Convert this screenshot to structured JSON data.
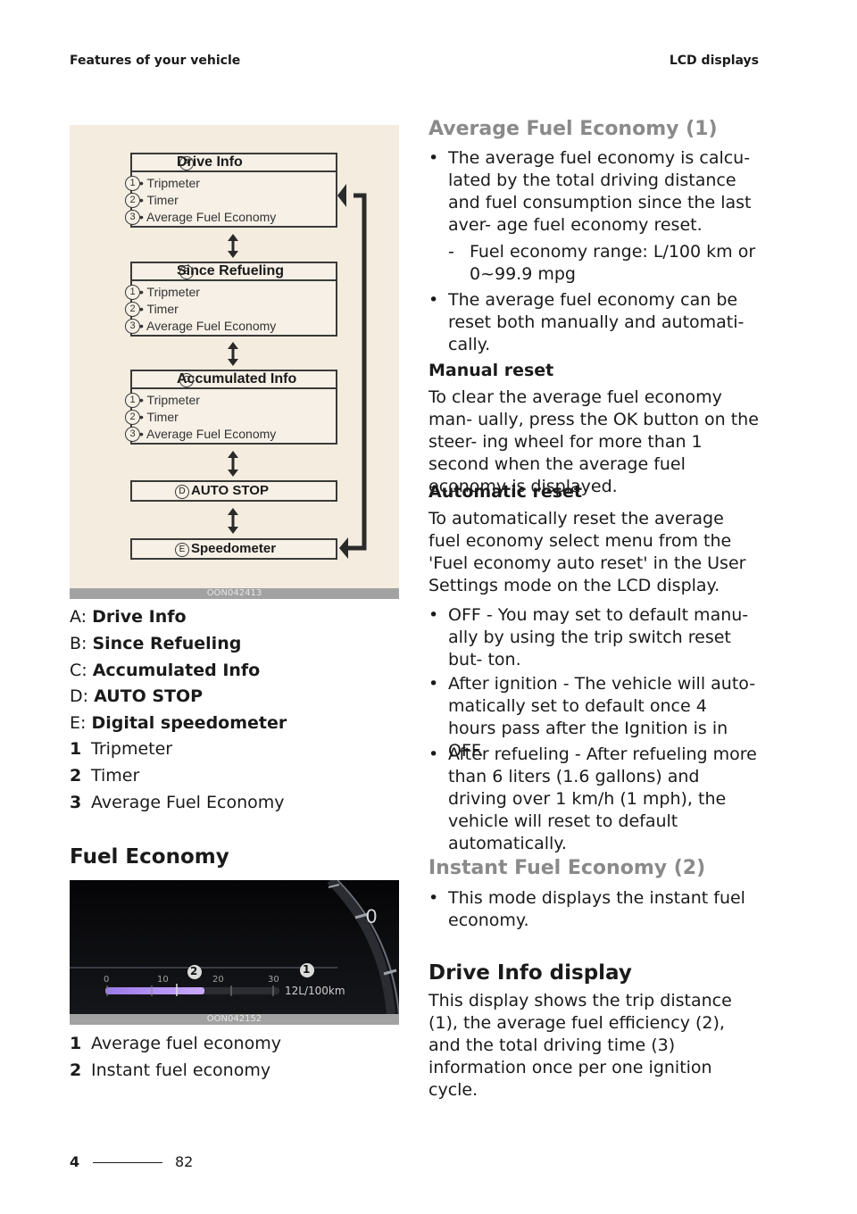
{
  "header": {
    "left": "Features of your vehicle",
    "right": "LCD displays"
  },
  "diagram": {
    "sections": [
      {
        "letter": "A",
        "title": "Drive Info",
        "items": [
          "• Tripmeter",
          "• Timer",
          "• Average Fuel Economy"
        ]
      },
      {
        "letter": "B",
        "title": "Since Refueling",
        "items": [
          "• Tripmeter",
          "• Timer",
          "• Average Fuel Economy"
        ]
      },
      {
        "letter": "C",
        "title": "Accumulated Info",
        "items": [
          "• Tripmeter",
          "• Timer",
          "• Average Fuel Economy"
        ]
      },
      {
        "letter": "D",
        "title": "AUTO STOP"
      },
      {
        "letter": "E",
        "title": "Speedometer"
      }
    ],
    "item_numbers": [
      "1",
      "2",
      "3"
    ],
    "caption": "OON042413"
  },
  "legend": {
    "letters": [
      {
        "key": "A:",
        "value": "Drive Info"
      },
      {
        "key": "B:",
        "value": "Since Refueling"
      },
      {
        "key": "C:",
        "value": "Accumulated Info"
      },
      {
        "key": "D:",
        "value": "AUTO STOP"
      },
      {
        "key": "E:",
        "value": "Digital speedometer"
      }
    ],
    "numbers": [
      {
        "num": "1",
        "text": "Tripmeter"
      },
      {
        "num": "2",
        "text": "Timer"
      },
      {
        "num": "3",
        "text": "Average Fuel Economy"
      }
    ]
  },
  "fuel_economy": {
    "heading": "Fuel Economy",
    "cluster": {
      "gauge_value": "0",
      "scale": [
        "0",
        "10",
        "20",
        "30"
      ],
      "reading": "12L/100km",
      "marker_1": "1",
      "marker_2": "2",
      "caption": "OON042152"
    },
    "items": [
      {
        "num": "1",
        "text": "Average fuel economy"
      },
      {
        "num": "2",
        "text": "Instant fuel economy"
      }
    ]
  },
  "right": {
    "avg_heading": "Average Fuel Economy (1)",
    "avg_bullet1": "The average fuel economy is calcu- lated by the total driving distance and fuel consumption since the last aver- age fuel economy reset.",
    "avg_dash": "Fuel economy range: L/100 km or 0~99.9 mpg",
    "avg_bullet2": "The average fuel economy can be reset both manually and automati- cally.",
    "manual_heading": "Manual reset",
    "manual_text": "To clear the average fuel economy man- ually, press the OK button on the steer- ing wheel for more than 1 second when the average fuel economy is displayed.",
    "auto_heading": "Automatic reset",
    "auto_text": "To automatically reset the average fuel economy select menu from the 'Fuel economy auto reset' in the User Settings mode on the LCD display.",
    "auto_b1": "OFF - You may set to default manu- ally by using the trip switch reset but- ton.",
    "auto_b2": "After ignition - The vehicle will auto- matically set to default once 4 hours pass after the Ignition is in OFF.",
    "auto_b3": "After refueling - After refueling more than 6 liters (1.6 gallons) and driving over 1 km/h (1 mph), the vehicle will reset to default automatically.",
    "instant_heading": "Instant Fuel Economy (2)",
    "instant_b1": "This mode displays the instant fuel economy.",
    "drive_heading": "Drive Info display",
    "drive_text": "This display shows the trip distance (1), the average fuel efficiency (2), and the total driving time (3) information once per one ignition cycle."
  },
  "footer": {
    "section": "4",
    "page": "82"
  }
}
